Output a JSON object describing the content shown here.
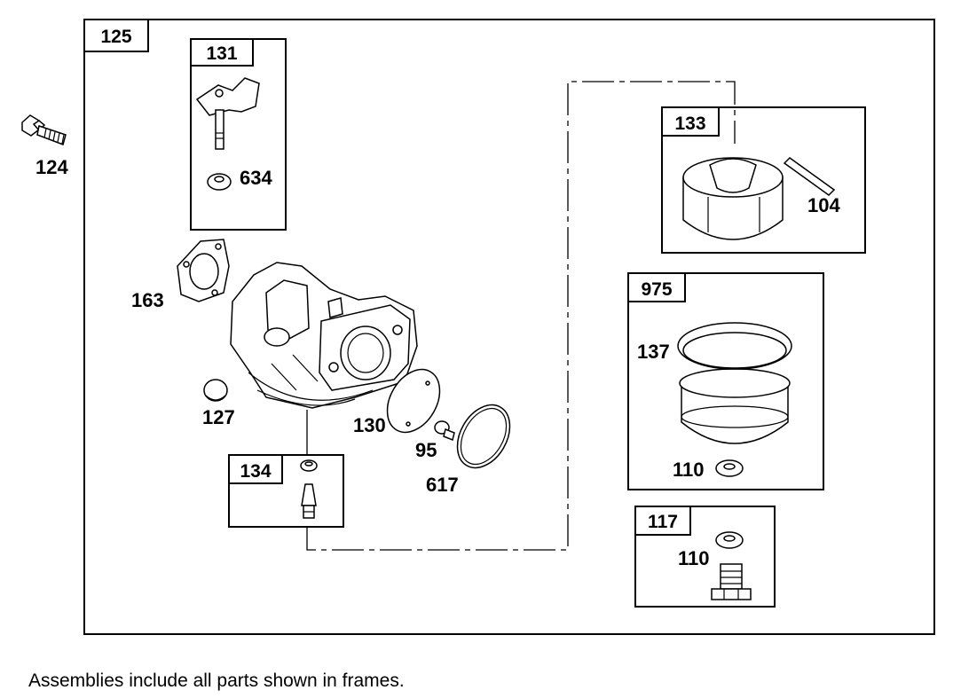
{
  "frames": {
    "f125": "125",
    "f131": "131",
    "f133": "133",
    "f975": "975",
    "f134": "134",
    "f117": "117"
  },
  "labels": {
    "p124": "124",
    "p634": "634",
    "p104": "104",
    "p163": "163",
    "p137": "137",
    "p127": "127",
    "p130": "130",
    "p95": "95",
    "p617": "617",
    "p110a": "110",
    "p110b": "110"
  },
  "footnote": "Assemblies include all parts shown in frames.",
  "colors": {
    "line": "#000000",
    "background": "#ffffff"
  }
}
